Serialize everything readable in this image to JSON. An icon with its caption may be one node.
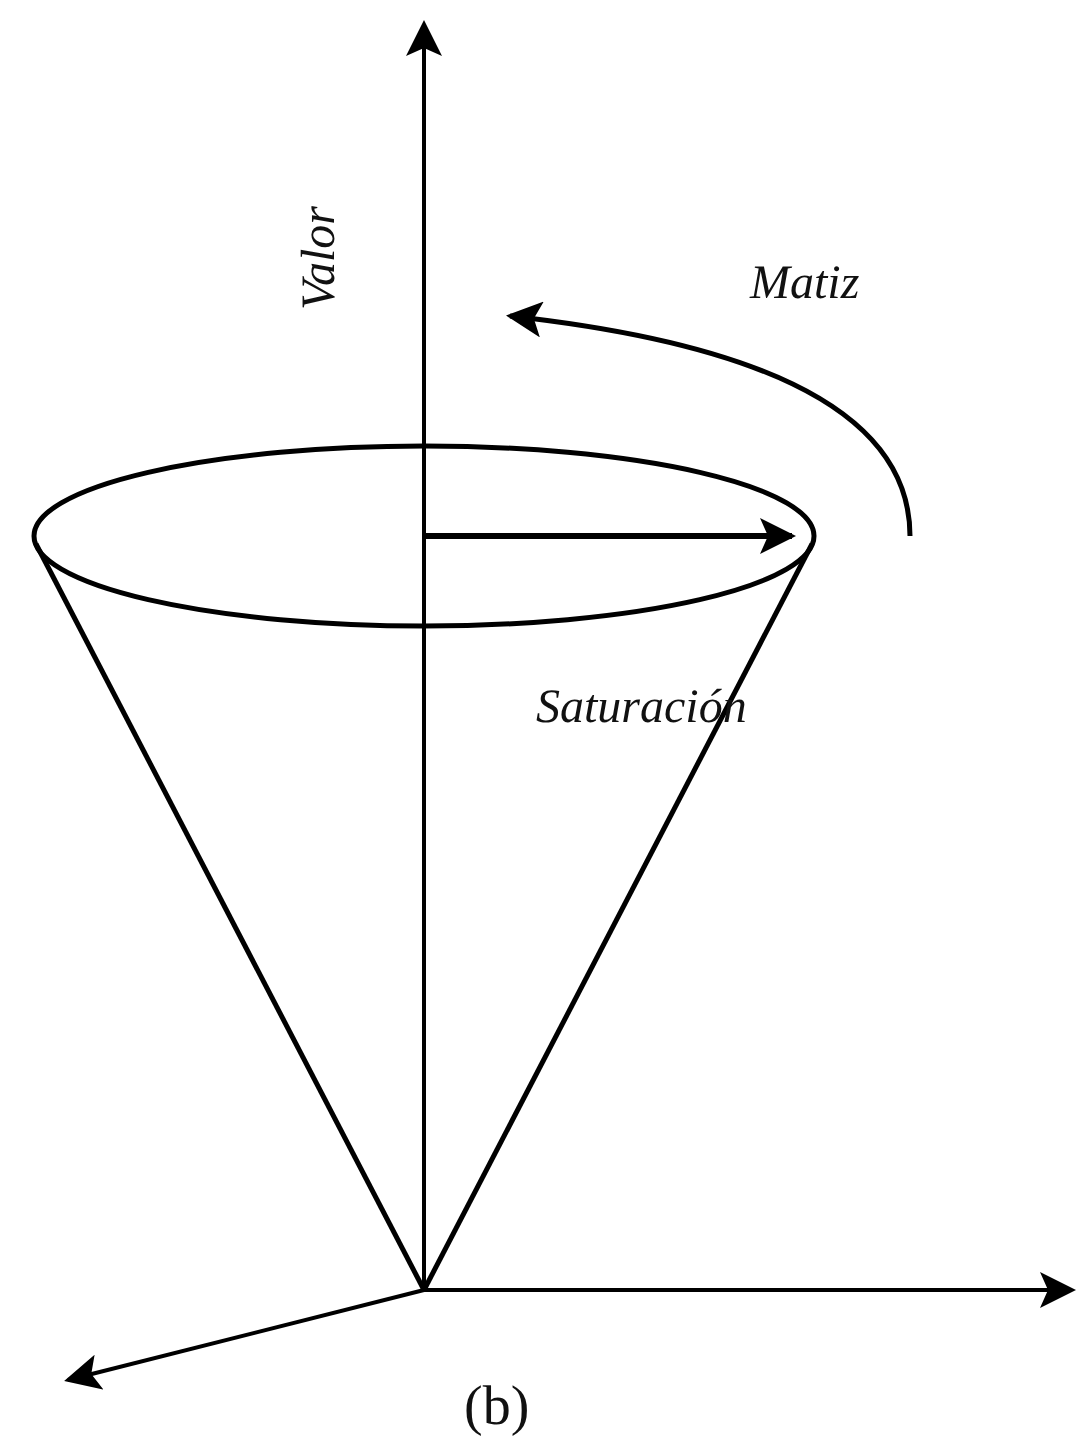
{
  "diagram": {
    "caption": "(b)",
    "labels": [
      "Valor",
      "Matiz",
      "Saturación"
    ]
  }
}
